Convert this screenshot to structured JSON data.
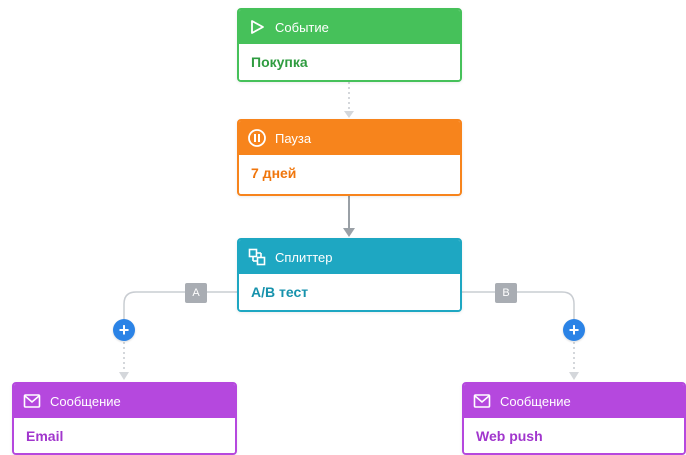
{
  "nodes": {
    "event": {
      "header": "Событие",
      "body": "Покупка",
      "icon": "play-icon"
    },
    "pause": {
      "header": "Пауза",
      "body": "7 дней",
      "icon": "pause-icon"
    },
    "splitter": {
      "header": "Сплиттер",
      "body": "A/B тест",
      "icon": "split-icon"
    },
    "message_left": {
      "header": "Сообщение",
      "body": "Email",
      "icon": "envelope-icon"
    },
    "message_right": {
      "header": "Сообщение",
      "body": "Web push",
      "icon": "envelope-icon"
    }
  },
  "branches": {
    "left": "A",
    "right": "B"
  },
  "add_button": {
    "symbol": "+"
  },
  "colors": {
    "event": "#46c15a",
    "pause": "#f7841c",
    "splitter": "#1ea7c2",
    "message": "#b548de",
    "add_button": "#2b83e6",
    "branch_label": "#a9adb3",
    "connector": "#c9cdd2"
  }
}
